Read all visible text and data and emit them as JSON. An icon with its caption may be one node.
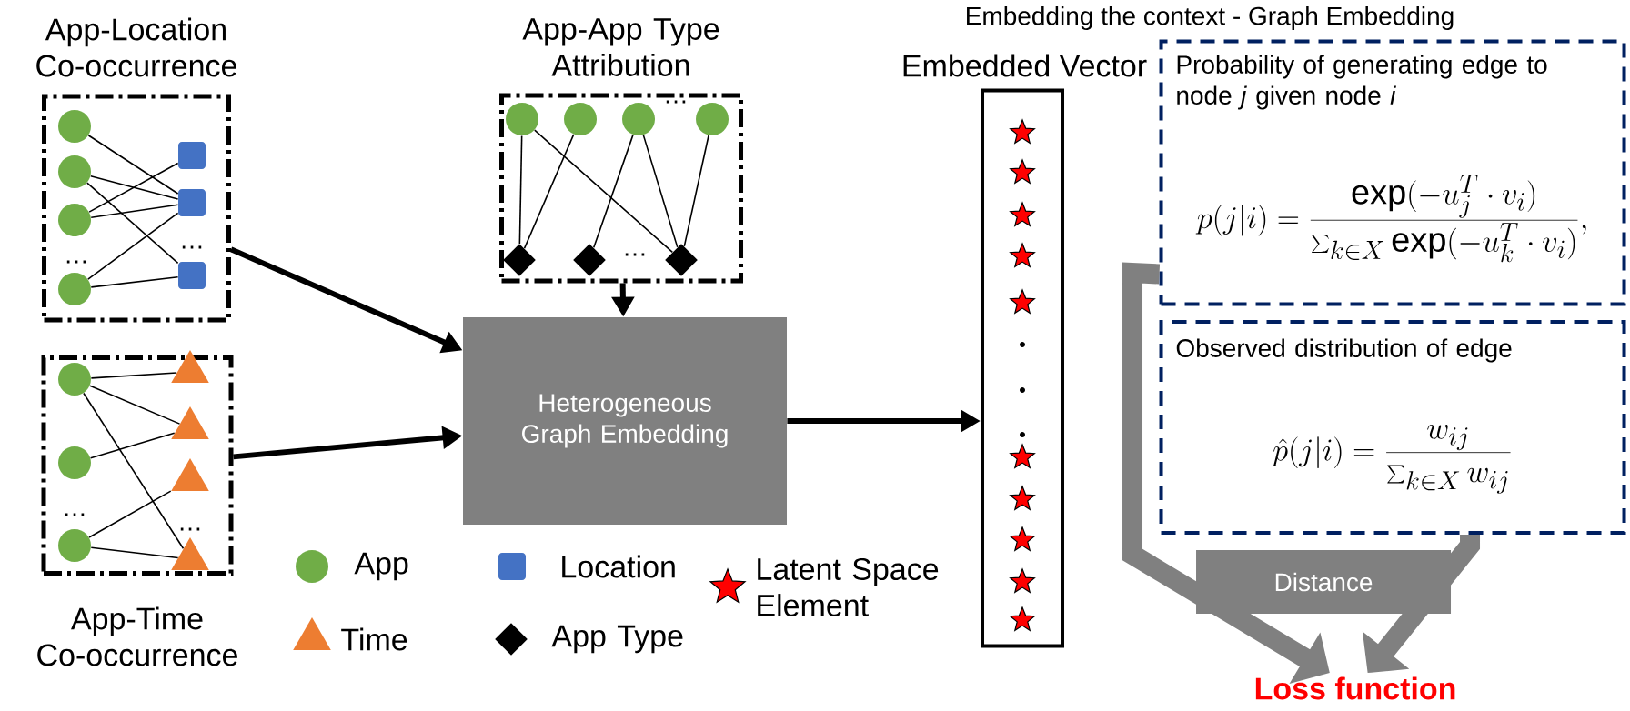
{
  "diagram": {
    "title": "Embedding the context - Graph Embedding",
    "nodes": [
      {
        "text": [
          "App-Location Co-occurrence"
        ]
      },
      {
        "text": [],
        "shape": "circle",
        "in": 0
      },
      {
        "text": [],
        "shape": "circle",
        "in": 0
      },
      {
        "text": [],
        "shape": "circle",
        "in": 0
      },
      {
        "text": [],
        "shape": "circle",
        "in": 0
      },
      {
        "text": [],
        "shape": "box",
        "in": 0
      },
      {
        "text": [],
        "shape": "box",
        "in": 0
      },
      {
        "text": [],
        "shape": "box",
        "in": 0
      },
      {
        "text": [
          "App-App Type Attribution"
        ]
      },
      {
        "text": [],
        "shape": "circle",
        "in": 8
      },
      {
        "text": [],
        "shape": "circle",
        "in": 8
      },
      {
        "text": [],
        "shape": "circle",
        "in": 8
      },
      {
        "text": [],
        "shape": "circle",
        "in": 8
      },
      {
        "text": [],
        "shape": "diamond",
        "in": 8
      },
      {
        "text": [],
        "shape": "diamond",
        "in": 8
      },
      {
        "text": [],
        "shape": "diamond",
        "in": 8
      },
      {
        "text": [
          "App-Time Co-occurrence"
        ]
      },
      {
        "text": [],
        "shape": "circle",
        "in": 16
      },
      {
        "text": [],
        "shape": "circle",
        "in": 16
      },
      {
        "text": [],
        "shape": "circle",
        "in": 16
      },
      {
        "text": [],
        "shape": "triangle",
        "in": 16
      },
      {
        "text": [],
        "shape": "triangle",
        "in": 16
      },
      {
        "text": [],
        "shape": "triangle",
        "in": 16
      },
      {
        "text": [],
        "shape": "triangle",
        "in": 16
      },
      {
        "text": [
          "Heterogeneous Graph Embedding"
        ]
      },
      {
        "text": [
          "Embedded Vector"
        ]
      },
      {
        "text": [
          "Probability of generating edge to node *j* given node *i*",
          "p(j|i) = \\frac{\\exp(-u_j^T \\cdot v_i)}{\\sum_{k \\in X} \\exp(-u_k^T \\cdot v_i)},"
        ]
      },
      {
        "text": [
          "Observed distribution of edge",
          "\\hat{p}(j|i) = \\frac{w_{ij}}{\\sum_{k \\in X} w_{ij}}"
        ]
      },
      {
        "text": [
          "Loss function"
        ]
      }
    ],
    "edges": [
      {
        "from": 1,
        "to": 6,
        "arrow": "none"
      },
      {
        "from": 2,
        "to": 6,
        "arrow": "none"
      },
      {
        "from": 2,
        "to": 7,
        "arrow": "none"
      },
      {
        "from": 3,
        "to": 5,
        "arrow": "none"
      },
      {
        "from": 3,
        "to": 6,
        "arrow": "none"
      },
      {
        "from": 4,
        "to": 6,
        "arrow": "none"
      },
      {
        "from": 4,
        "to": 7,
        "arrow": "none"
      },
      {
        "from": 9,
        "to": 13,
        "arrow": "none"
      },
      {
        "from": 9,
        "to": 15,
        "arrow": "none"
      },
      {
        "from": 10,
        "to": 13,
        "arrow": "none"
      },
      {
        "from": 11,
        "to": 14,
        "arrow": "none"
      },
      {
        "from": 11,
        "to": 15,
        "arrow": "none"
      },
      {
        "from": 12,
        "to": 15,
        "arrow": "none"
      },
      {
        "from": 17,
        "to": 20,
        "arrow": "none"
      },
      {
        "from": 17,
        "to": 21,
        "arrow": "none"
      },
      {
        "from": 17,
        "to": 23,
        "arrow": "none"
      },
      {
        "from": 18,
        "to": 21,
        "arrow": "none"
      },
      {
        "from": 19,
        "to": 22,
        "arrow": "none"
      },
      {
        "from": 19,
        "to": 23,
        "arrow": "none"
      },
      {
        "from": 0,
        "to": 24,
        "arrow": "to",
        "style": "thick"
      },
      {
        "from": 16,
        "to": 24,
        "arrow": "to",
        "style": "thick"
      },
      {
        "from": 8,
        "to": 24,
        "arrow": "to",
        "style": "thick"
      },
      {
        "from": 24,
        "to": 25,
        "arrow": "to",
        "style": "thick"
      },
      {
        "from": 26,
        "to": 28,
        "arrow": "to",
        "style": "thick",
        "color": "#808080",
        "label": "Distance"
      },
      {
        "from": 27,
        "to": 28,
        "arrow": "to",
        "style": "thick",
        "color": "#808080"
      }
    ],
    "labels": [
      "…",
      "…",
      "…",
      "…",
      "…",
      "…"
    ],
    "legend": [
      {
        "text": "App"
      },
      {
        "text": "Location"
      },
      {
        "text": "Latent Space Element"
      },
      {
        "text": "Time"
      },
      {
        "text": "App Type"
      }
    ]
  }
}
